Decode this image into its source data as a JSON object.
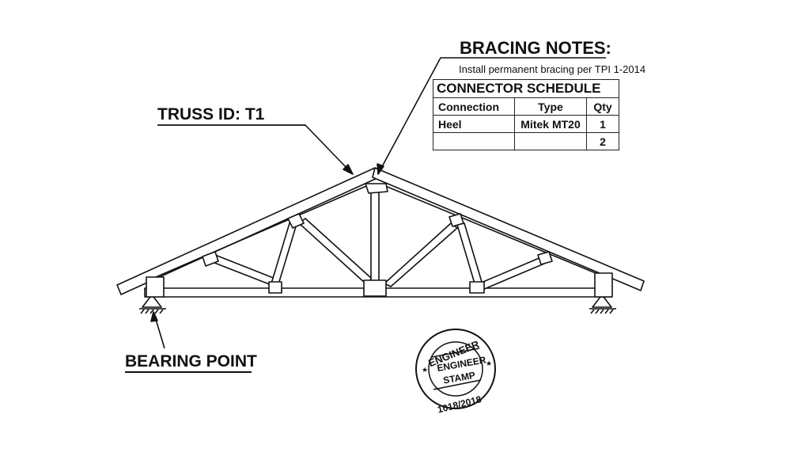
{
  "labels": {
    "truss_id": "TRUSS ID: T1",
    "bearing_point": "BEARING POINT",
    "bracing_title": "BRACING NOTES:",
    "bracing_text": "Install permanent bracing per TPI 1-2014"
  },
  "connector_schedule": {
    "title": "CONNECTOR SCHEDULE",
    "headers": [
      "Connection",
      "Type",
      "Qty"
    ],
    "rows": [
      [
        "Heel",
        "Mitek MT20",
        "1"
      ],
      [
        "",
        "",
        "2"
      ]
    ]
  },
  "stamp": {
    "outer_text": "ENGINEER",
    "inner_line1": "ENGINEER",
    "inner_line2": "STAMP",
    "date": "1018/2018"
  }
}
